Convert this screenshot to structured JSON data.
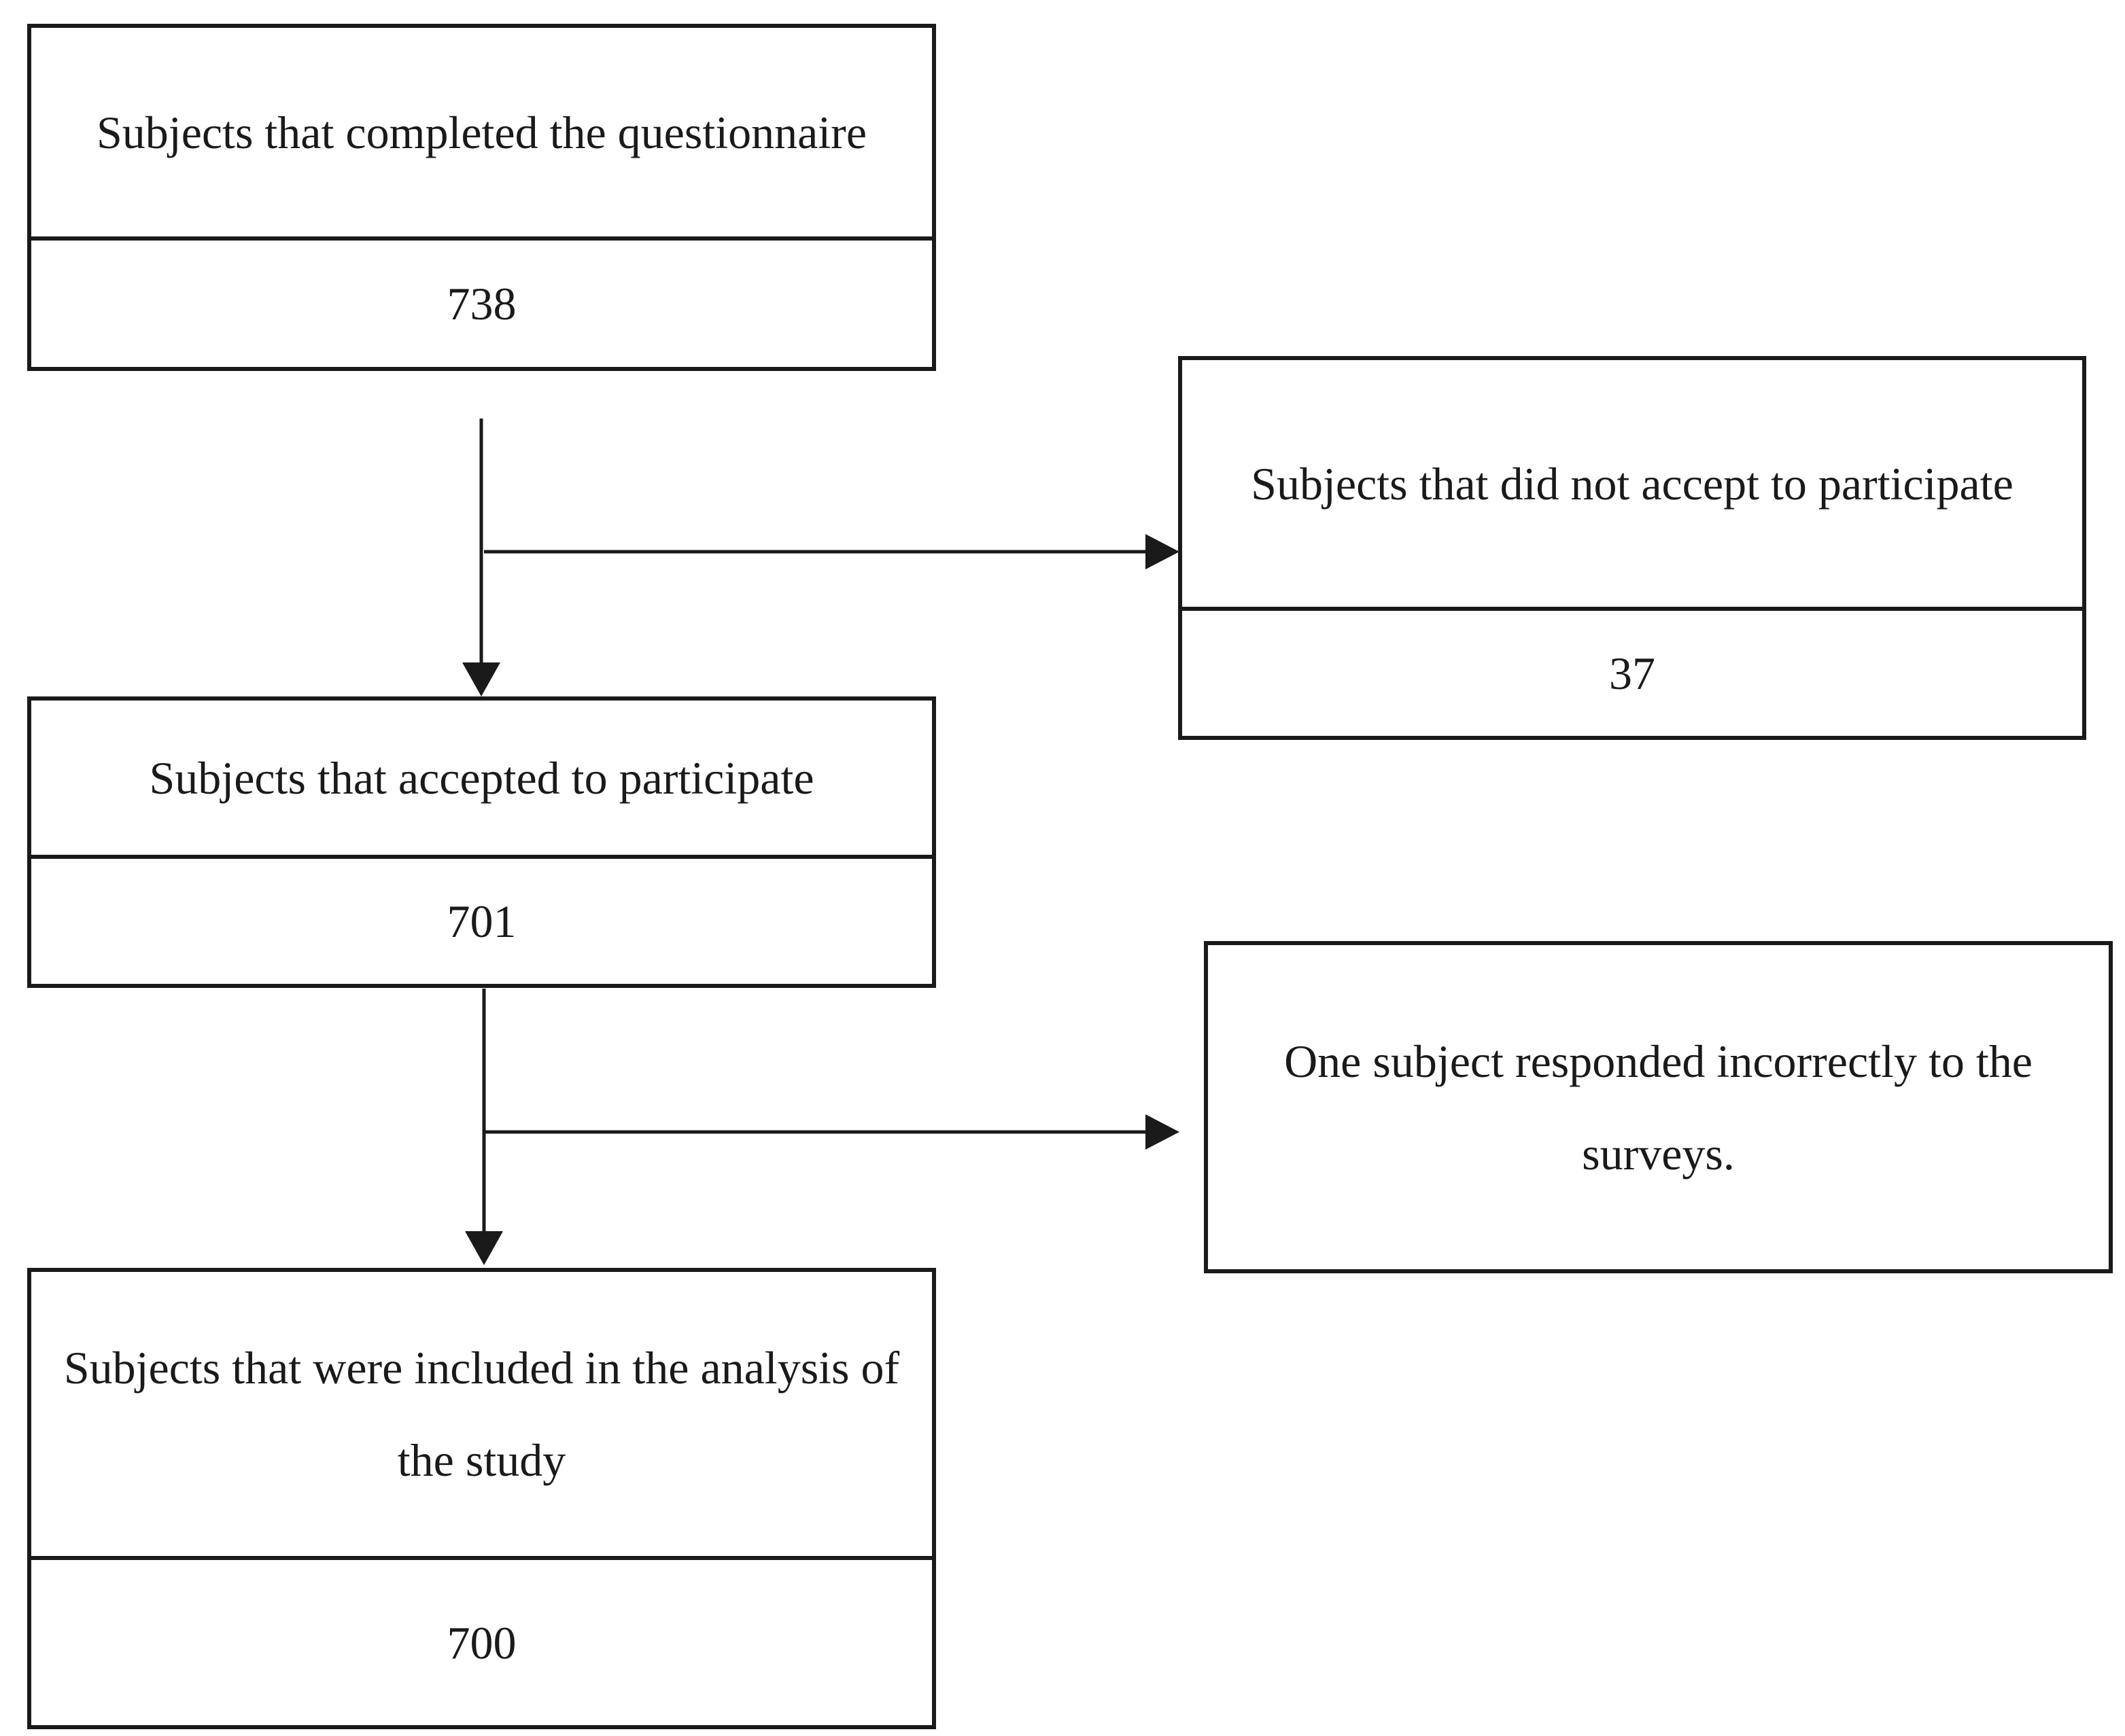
{
  "boxes": {
    "completed": {
      "label": "Subjects that completed the questionnaire",
      "count": "738"
    },
    "declined": {
      "label": "Subjects that did not accept to participate",
      "count": "37"
    },
    "accepted": {
      "label": "Subjects that accepted to participate",
      "count": "701"
    },
    "excluded": {
      "label": "One subject responded incorrectly to the surveys."
    },
    "included": {
      "label": "Subjects that were included in the analysis of the study",
      "count": "700"
    }
  }
}
